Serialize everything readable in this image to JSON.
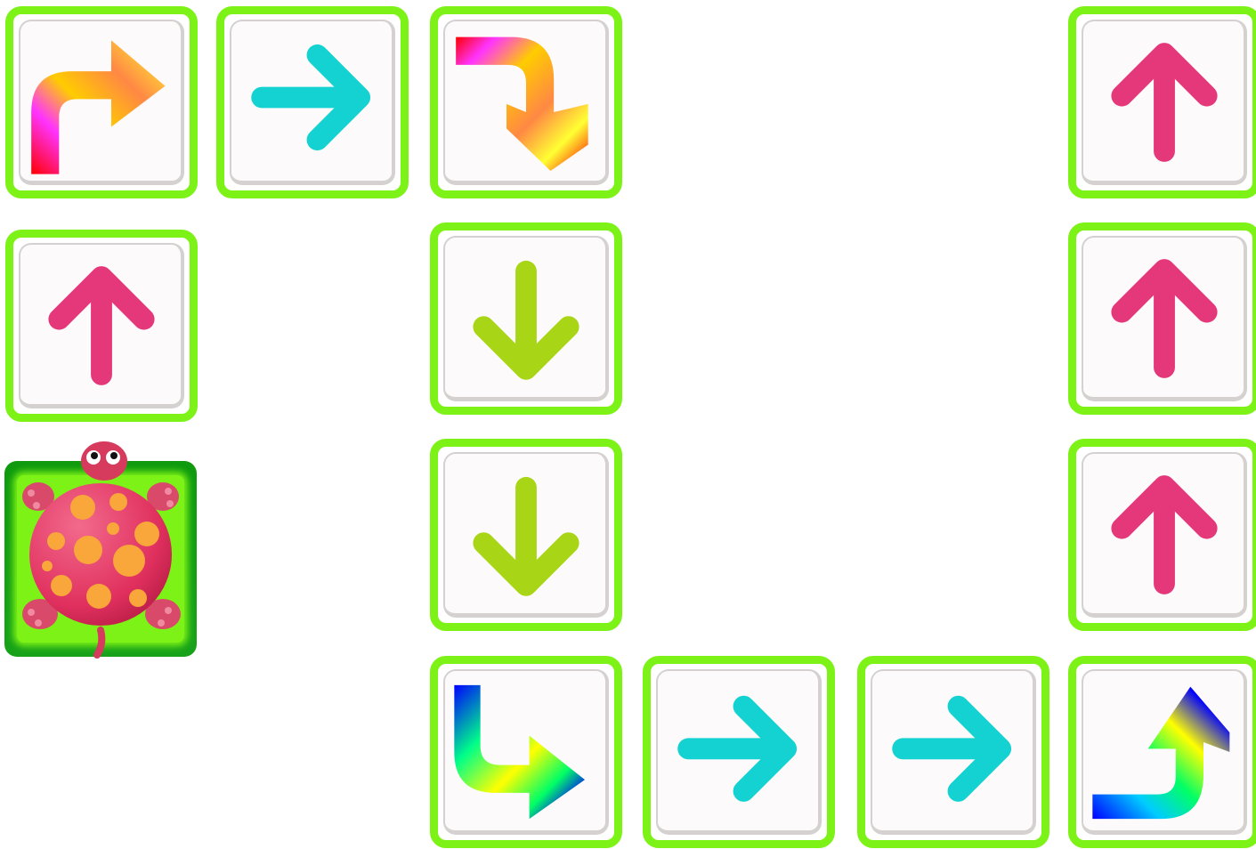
{
  "board": {
    "tile_border_color": "#7cf216",
    "tiles": [
      {
        "row": 0,
        "col": 0,
        "arrow": "turn-up-right-icon",
        "style": "warm-gradient"
      },
      {
        "row": 0,
        "col": 1,
        "arrow": "arrow-right-icon",
        "color": "#15d2d2"
      },
      {
        "row": 0,
        "col": 2,
        "arrow": "turn-right-down-icon",
        "style": "warm-gradient"
      },
      {
        "row": 0,
        "col": 5,
        "arrow": "arrow-up-icon",
        "color": "#e4387a"
      },
      {
        "row": 1,
        "col": 0,
        "arrow": "arrow-up-icon",
        "color": "#e4387a"
      },
      {
        "row": 1,
        "col": 2,
        "arrow": "arrow-down-icon",
        "color": "#a8d616"
      },
      {
        "row": 1,
        "col": 5,
        "arrow": "arrow-up-icon",
        "color": "#e4387a"
      },
      {
        "row": 2,
        "col": 2,
        "arrow": "arrow-down-icon",
        "color": "#a8d616"
      },
      {
        "row": 2,
        "col": 5,
        "arrow": "arrow-up-icon",
        "color": "#e4387a"
      },
      {
        "row": 3,
        "col": 2,
        "arrow": "turn-down-right-icon",
        "style": "cool-gradient"
      },
      {
        "row": 3,
        "col": 3,
        "arrow": "arrow-right-icon",
        "color": "#15d2d2"
      },
      {
        "row": 3,
        "col": 4,
        "arrow": "arrow-right-icon",
        "color": "#15d2d2"
      },
      {
        "row": 3,
        "col": 5,
        "arrow": "turn-right-up-icon",
        "style": "cool-gradient"
      }
    ],
    "turtle": {
      "row": 2,
      "col": 0,
      "icon": "turtle-icon",
      "shell_color": "#e8366a",
      "spot_color": "#f9a63a"
    }
  }
}
